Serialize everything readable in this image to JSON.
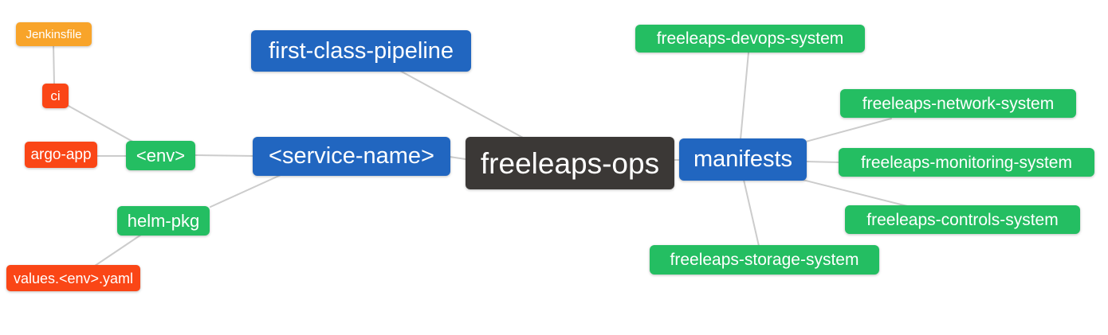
{
  "diagram": {
    "type": "mindmap",
    "root": "freeleaps_ops",
    "line_color": "#cccccc",
    "palette": {
      "blue": "#2166c0",
      "dark": "#3b3836",
      "green": "#24be62",
      "red": "#fa4616",
      "orange": "#f8a42a"
    },
    "nodes": {
      "jenkinsfile": {
        "label": "Jenkinsfile",
        "color": "#f8a42a"
      },
      "ci": {
        "label": "ci",
        "color": "#fa4616"
      },
      "argo_app": {
        "label": "argo-app",
        "color": "#fa4616"
      },
      "env": {
        "label": "<env>",
        "color": "#24be62"
      },
      "first_class_pipeline": {
        "label": "first-class-pipeline",
        "color": "#2166c0"
      },
      "service_name": {
        "label": "<service-name>",
        "color": "#2166c0"
      },
      "freeleaps_ops": {
        "label": "freeleaps-ops",
        "color": "#3b3836"
      },
      "manifests": {
        "label": "manifests",
        "color": "#2166c0"
      },
      "helm_pkg": {
        "label": "helm-pkg",
        "color": "#24be62"
      },
      "values_env_yaml": {
        "label": "values.<env>.yaml",
        "color": "#fa4616"
      },
      "devops_system": {
        "label": "freeleaps-devops-system",
        "color": "#24be62"
      },
      "network_system": {
        "label": "freeleaps-network-system",
        "color": "#24be62"
      },
      "monitoring_system": {
        "label": "freeleaps-monitoring-system",
        "color": "#24be62"
      },
      "controls_system": {
        "label": "freeleaps-controls-system",
        "color": "#24be62"
      },
      "storage_system": {
        "label": "freeleaps-storage-system",
        "color": "#24be62"
      }
    },
    "edges": [
      [
        "jenkinsfile",
        "ci"
      ],
      [
        "ci",
        "env"
      ],
      [
        "argo_app",
        "env"
      ],
      [
        "env",
        "service_name"
      ],
      [
        "helm_pkg",
        "service_name"
      ],
      [
        "values_env_yaml",
        "helm_pkg"
      ],
      [
        "first_class_pipeline",
        "freeleaps_ops"
      ],
      [
        "service_name",
        "freeleaps_ops"
      ],
      [
        "freeleaps_ops",
        "manifests"
      ],
      [
        "manifests",
        "devops_system"
      ],
      [
        "manifests",
        "network_system"
      ],
      [
        "manifests",
        "monitoring_system"
      ],
      [
        "manifests",
        "controls_system"
      ],
      [
        "manifests",
        "storage_system"
      ]
    ]
  }
}
